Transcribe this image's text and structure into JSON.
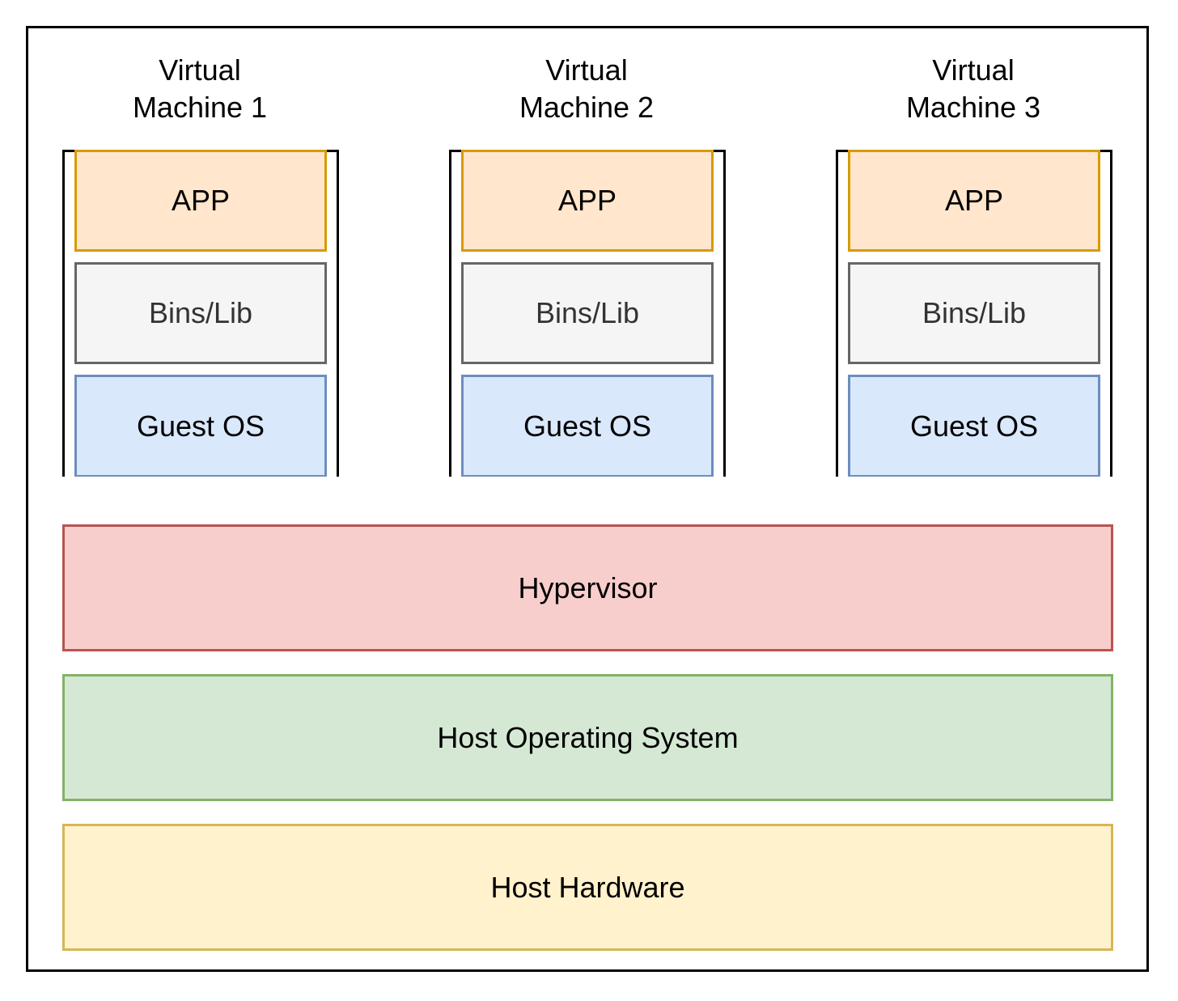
{
  "virtual_machines": [
    {
      "title_line1": "Virtual",
      "title_line2": "Machine 1",
      "app_label": "APP",
      "bins_label": "Bins/Lib",
      "guest_os_label": "Guest OS"
    },
    {
      "title_line1": "Virtual",
      "title_line2": "Machine 2",
      "app_label": "APP",
      "bins_label": "Bins/Lib",
      "guest_os_label": "Guest OS"
    },
    {
      "title_line1": "Virtual",
      "title_line2": "Machine 3",
      "app_label": "APP",
      "bins_label": "Bins/Lib",
      "guest_os_label": "Guest OS"
    }
  ],
  "layers": {
    "hypervisor": "Hypervisor",
    "host_os": "Host Operating System",
    "host_hardware": "Host Hardware"
  },
  "colors": {
    "app_fill": "#ffe6cc",
    "app_stroke": "#d79b00",
    "bins_fill": "#f5f5f5",
    "bins_stroke": "#666666",
    "guest_os_fill": "#dae8fc",
    "guest_os_stroke": "#6c8ebf",
    "hypervisor_fill": "#f8cecc",
    "hypervisor_stroke": "#b85450",
    "host_os_fill": "#d5e8d4",
    "host_os_stroke": "#82b366",
    "host_hardware_fill": "#fff2cc",
    "host_hardware_stroke": "#d6b656"
  }
}
